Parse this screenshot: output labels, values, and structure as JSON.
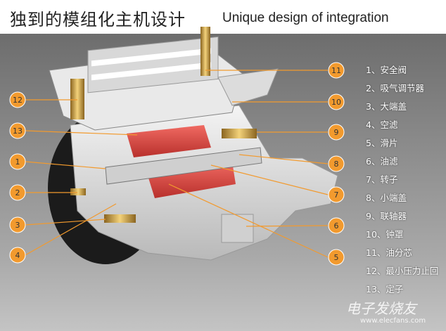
{
  "title": {
    "chinese": "独到的模组化主机设计",
    "english": "Unique design of integration"
  },
  "callouts_left": [
    "12",
    "13",
    "1",
    "2",
    "3",
    "4"
  ],
  "callouts_right": [
    "11",
    "10",
    "9",
    "8",
    "7",
    "6",
    "5"
  ],
  "legend": [
    "1、安全阀",
    "2、吸气调节器",
    "3、大端盖",
    "4、空滤",
    "5、滑片",
    "6、油滤",
    "7、转子",
    "8、小端盖",
    "9、联轴器",
    "10、钟罩",
    "11、油分芯",
    "12、最小压力止回",
    "13、定子"
  ],
  "watermark": {
    "brand": "电子发烧友",
    "url": "www.elecfans.com"
  },
  "colors": {
    "callout": "#f29a2e",
    "rotor": "#e0403c",
    "brass": "#d9a93a"
  }
}
